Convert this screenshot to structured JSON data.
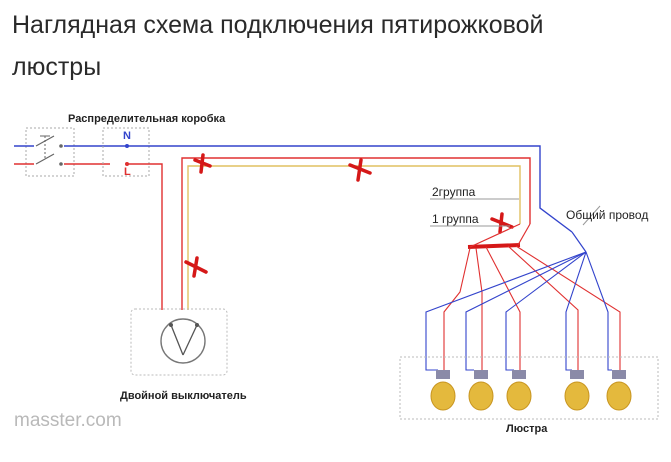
{
  "title_line1": "Наглядная схема подключения пятирожковой",
  "title_line2": "люстры",
  "labels": {
    "junction_box": "Распределительная коробка",
    "neutral": "N",
    "live": "L",
    "group2": "2группа",
    "group1": "1 группа",
    "common_wire": "Общий провод",
    "double_switch": "Двойной выключатель",
    "chandelier": "Люстра"
  },
  "watermark": "masster.com",
  "colors": {
    "neutral_wire": "#3344cc",
    "live_wire": "#e03030",
    "phase_yellow": "#e0c060",
    "cross_mark": "#d51818",
    "device_outline": "#aaaaaa"
  },
  "lamps": {
    "count": 5
  }
}
